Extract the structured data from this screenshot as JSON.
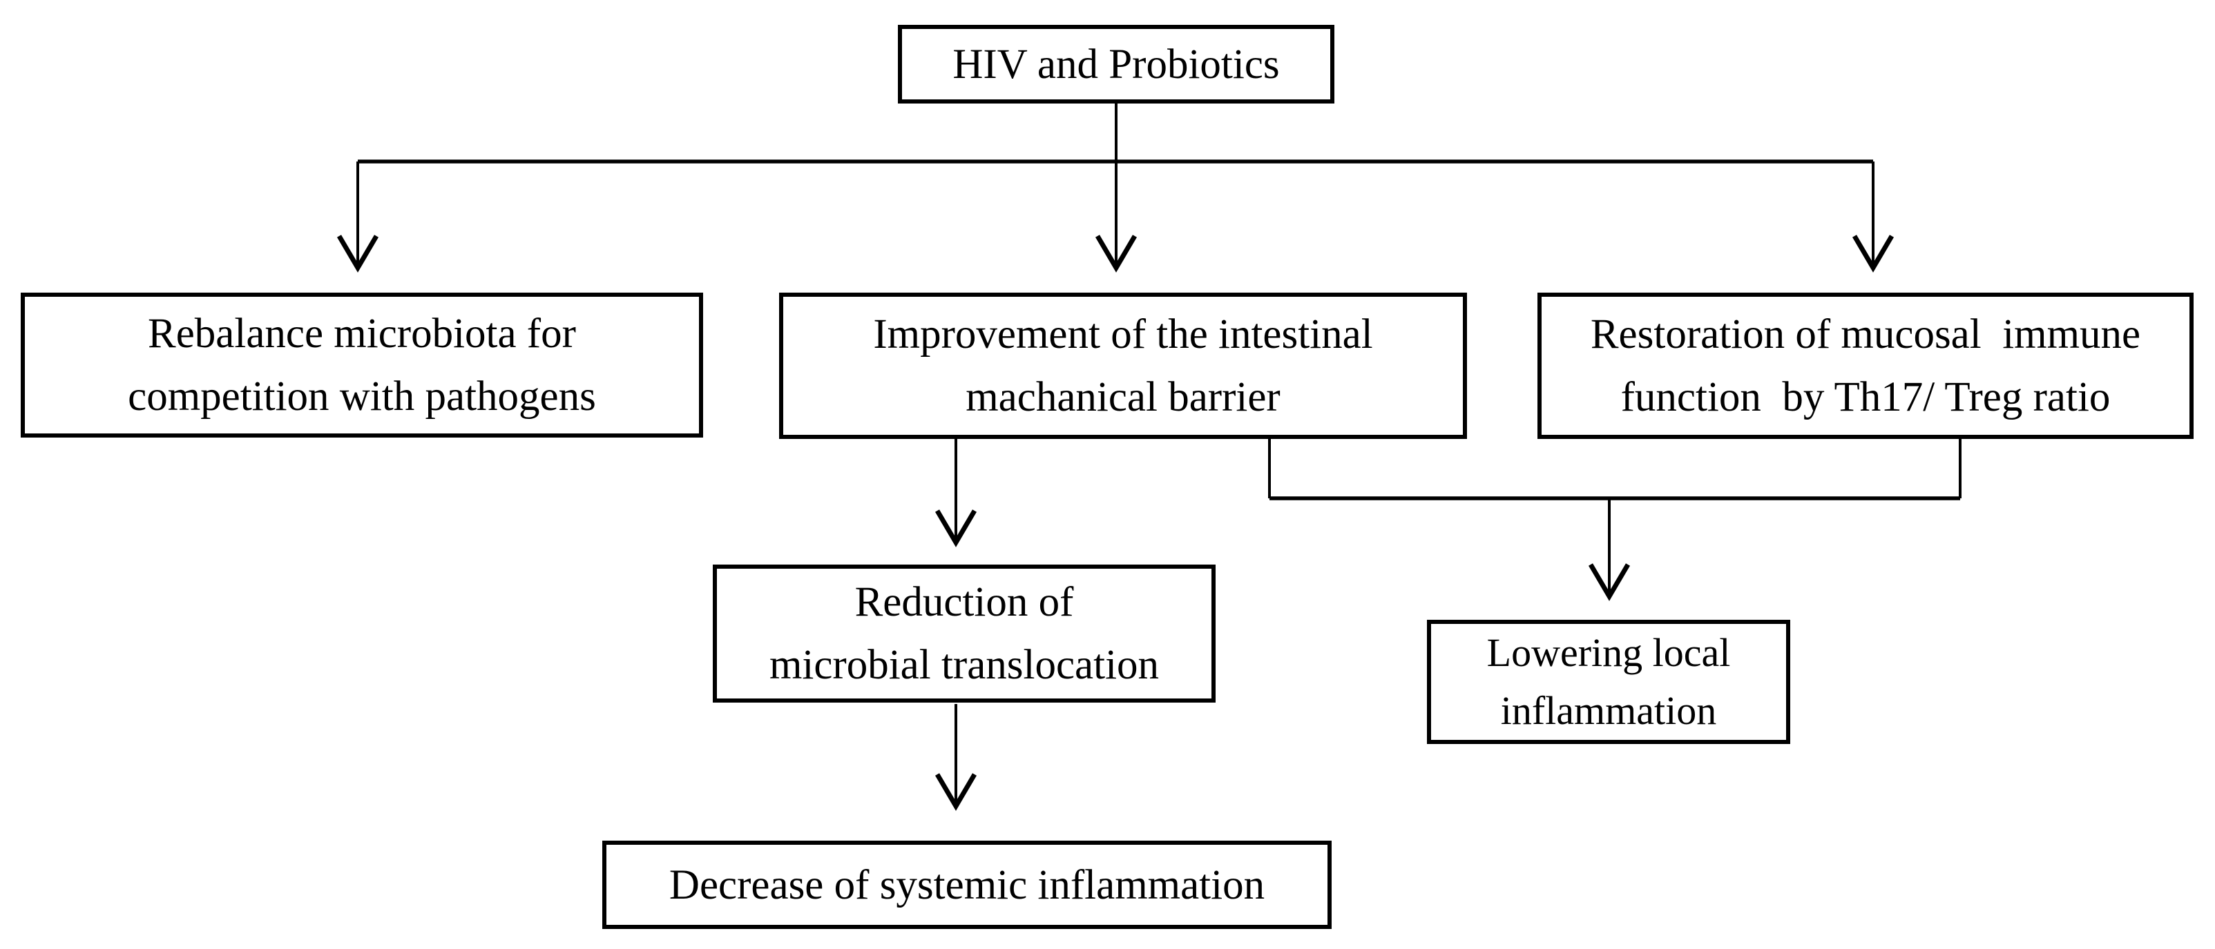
{
  "figure": {
    "type": "flowchart",
    "background_color": "#ffffff",
    "box_fill_color": "#ffffff",
    "box_border_color": "#000000",
    "connector_color": "#000000",
    "text_color": "#000000"
  },
  "nodes": {
    "root": {
      "id": "hiv-and-probiotics",
      "lines": [
        "HIV and Probiotics"
      ]
    },
    "rebalance": {
      "id": "rebalance-microbiota",
      "lines": [
        "Rebalance microbiota for",
        "competition with pathogens"
      ]
    },
    "barrier": {
      "id": "intestinal-mechanical-barrier",
      "lines": [
        "Improvement of the intestinal",
        "machanical barrier"
      ]
    },
    "mucosal": {
      "id": "mucosal-immune-function",
      "lines": [
        "Restoration of mucosal  immune",
        "function  by Th17/ Treg ratio"
      ]
    },
    "translocation": {
      "id": "reduction-microbial-translocation",
      "lines": [
        "Reduction of",
        "microbial translocation"
      ]
    },
    "local": {
      "id": "lowering-local-inflammation",
      "lines": [
        "Lowering local",
        "inflammation"
      ]
    },
    "systemic": {
      "id": "decrease-systemic-inflammation",
      "lines": [
        "Decrease of systemic inflammation"
      ]
    }
  },
  "edges": [
    {
      "from": "hiv-and-probiotics",
      "to": "rebalance-microbiota"
    },
    {
      "from": "hiv-and-probiotics",
      "to": "intestinal-mechanical-barrier"
    },
    {
      "from": "hiv-and-probiotics",
      "to": "mucosal-immune-function"
    },
    {
      "from": "intestinal-mechanical-barrier",
      "to": "reduction-microbial-translocation"
    },
    {
      "from": "intestinal-mechanical-barrier",
      "to": "lowering-local-inflammation"
    },
    {
      "from": "mucosal-immune-function",
      "to": "lowering-local-inflammation"
    },
    {
      "from": "reduction-microbial-translocation",
      "to": "decrease-systemic-inflammation"
    }
  ]
}
